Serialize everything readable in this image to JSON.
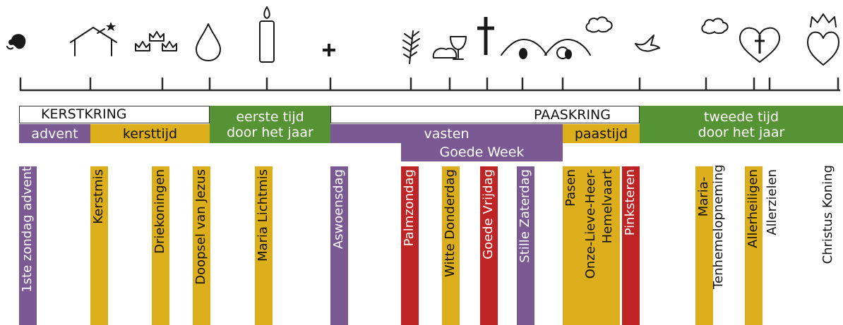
{
  "colors": {
    "purple": "#7b5a94",
    "gold": "#dcae1b",
    "green": "#559334",
    "red": "#bf2424",
    "white": "#ffffff",
    "line": "#2a2a2a"
  },
  "icons": [
    "fetus-icon",
    "house-icon",
    "star-icon",
    "crowns-icon",
    "water-drop-icon",
    "candle-icon",
    "cross-small-icon",
    "palm-branch-icon",
    "bread-chalice-icon",
    "cross-icon",
    "tomb-closed-icon",
    "tomb-open-icon",
    "cloud-icon",
    "dove-icon",
    "cloud-icon",
    "heart-cross-icon",
    "heart-crown-icon"
  ],
  "cycles": {
    "christmas_cycle": "KERSTKRING",
    "easter_cycle": "PAASKRING"
  },
  "seasons": {
    "advent": "advent",
    "christmastide": "kersttijd",
    "ordinary_time_1": [
      "eerste tijd",
      "door het jaar"
    ],
    "lent": "vasten",
    "holy_week": "Goede Week",
    "eastertide": "paastijd",
    "ordinary_time_2": [
      "tweede tijd",
      "door het jaar"
    ]
  },
  "feasts": {
    "advent_sunday": "1ste zondag advent",
    "christmas": "Kerstmis",
    "epiphany": "Driekoningen",
    "baptism": "Doopsel van Jezus",
    "candlemas": "Maria Lichtmis",
    "ash_wednesday": "Aswoensdag",
    "palm_sunday": "Palmzondag",
    "maundy_thursday": "Witte Donderdag",
    "good_friday": "Goede Vrijdag",
    "holy_saturday": "Stille Zaterdag",
    "easter": "Pasen",
    "ascension": [
      "Onze-Lieve-Heer-",
      "Hemelvaart"
    ],
    "pentecost": "Pinksteren",
    "assumption": [
      "Maria-",
      "Tenhemelopneming"
    ],
    "all_saints": "Allerheiligen",
    "all_souls": "Allerzielen",
    "christ_the_king": "Christus Koning"
  }
}
